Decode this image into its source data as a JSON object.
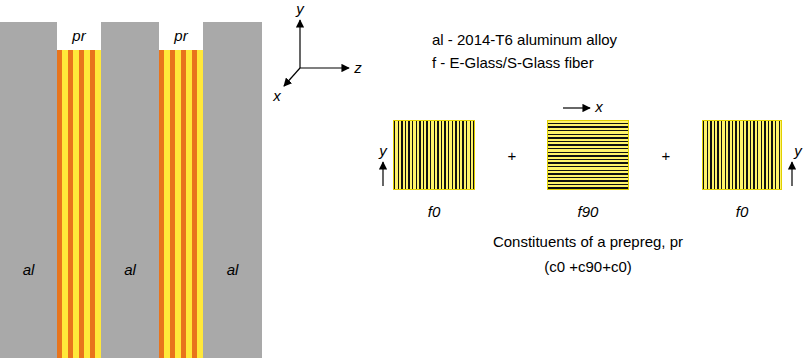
{
  "diagram": {
    "nodes": [
      {
        "text": [
          "al"
        ]
      },
      {
        "text": [
          "pr"
        ]
      },
      {
        "text": [
          "al"
        ]
      },
      {
        "text": [
          "pr"
        ]
      },
      {
        "text": [
          "al"
        ]
      },
      {
        "text": [
          "f0"
        ]
      },
      {
        "text": [
          "f90"
        ]
      },
      {
        "text": [
          "f0"
        ]
      }
    ],
    "labels": [
      "y",
      "z",
      "x",
      "al - 2014-T6 aluminum alloy",
      "f - E-Glass/S-Glass fiber",
      "y",
      "+",
      "x",
      "+",
      "y",
      "Constituents of a prepreg, pr",
      "(c0 +c90+c0)"
    ]
  }
}
